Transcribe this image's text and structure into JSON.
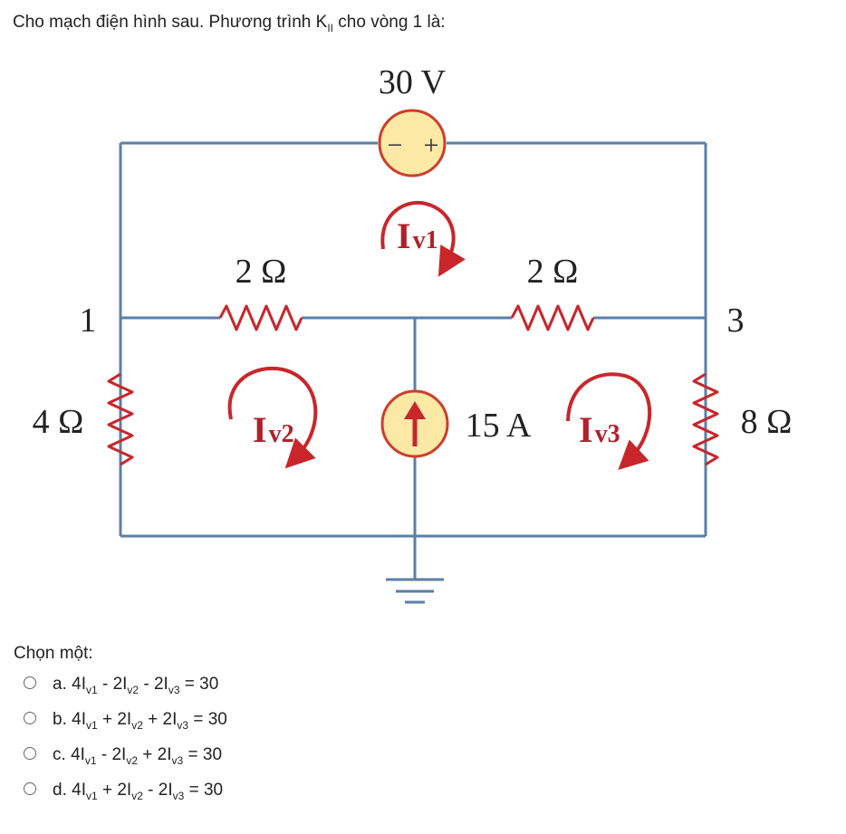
{
  "question": {
    "text_before": "Cho mạch điện hình sau. Phương trình K",
    "sub": "II",
    "text_after": " cho vòng 1 là:"
  },
  "circuit": {
    "voltage_source": "30 V",
    "current_source": "15 A",
    "resistor_top_left": "2 Ω",
    "resistor_top_right": "2 Ω",
    "resistor_left": "4 Ω",
    "resistor_right": "8 Ω",
    "node_1": "1",
    "node_3": "3",
    "loop_1": {
      "main": "I",
      "sub": "v1"
    },
    "loop_2": {
      "main": "I",
      "sub": "v2"
    },
    "loop_3": {
      "main": "I",
      "sub": "v3"
    },
    "minus": "−",
    "plus": "+",
    "colors": {
      "wire": "#5b7fa6",
      "resistor": "#c8262b",
      "source_fill": "#fde9a6",
      "source_stroke": "#cf3d2a"
    }
  },
  "choose_label": "Chọn một:",
  "options": [
    {
      "letter": "a.",
      "parts": [
        "4I",
        "v1",
        " - 2I",
        "v2",
        " - 2I",
        "v3",
        " = 30"
      ]
    },
    {
      "letter": "b.",
      "parts": [
        "4I",
        "v1",
        " + 2I",
        "v2",
        " + 2I",
        "v3",
        " = 30"
      ]
    },
    {
      "letter": "c.",
      "parts": [
        "4I",
        "v1",
        " - 2I",
        "v2",
        " + 2I",
        "v3",
        " = 30"
      ]
    },
    {
      "letter": "d.",
      "parts": [
        "4I",
        "v1",
        " + 2I",
        "v2",
        " - 2I",
        "v3",
        " = 30"
      ]
    }
  ]
}
